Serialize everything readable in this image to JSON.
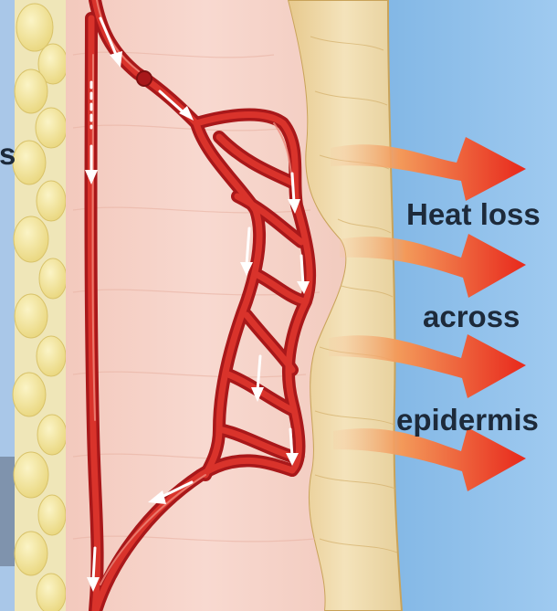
{
  "labels": {
    "line1": "Heat loss",
    "line2": "across",
    "line3": "epidermis",
    "edge_fragment": "s"
  },
  "colors": {
    "skin_dermis": "#f6d2c8",
    "epidermis": "#efd8a4",
    "air": "#8ec0ea",
    "fat": "#f3e49a",
    "vessel": "#c8201e",
    "vessel_highlight": "#e96b5c",
    "arrow_gradient_start": "#f7c9a0",
    "arrow_gradient_end": "#e8281c",
    "left_band": "#a9c7e8",
    "left_panel": "#7f93ad"
  },
  "icons": [
    "heat-arrow-icon",
    "blood-flow-arrow-icon"
  ]
}
